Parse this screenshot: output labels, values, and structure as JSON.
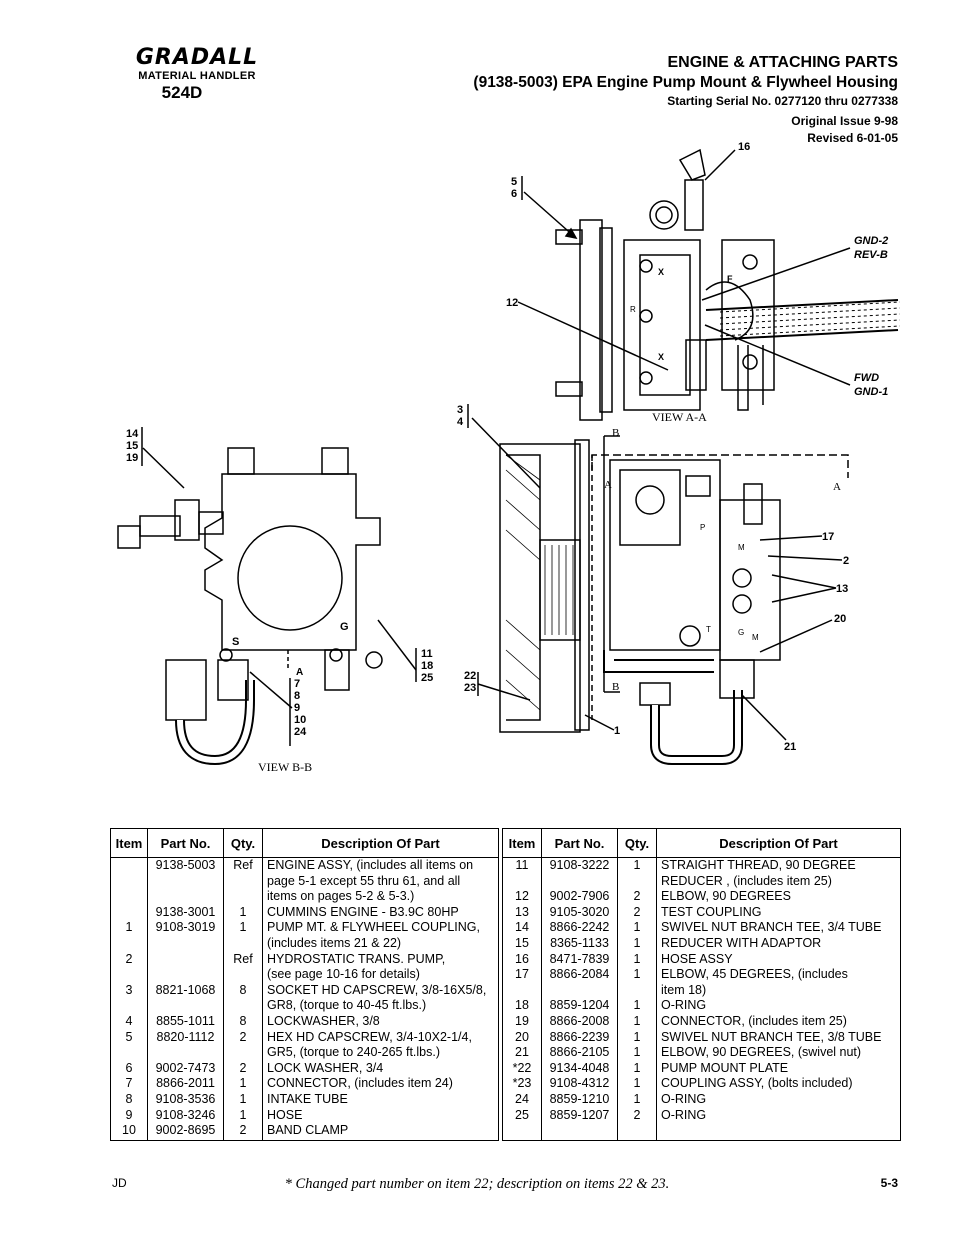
{
  "logo": {
    "brand": "GRADALL",
    "line": "MATERIAL HANDLER",
    "model": "524D"
  },
  "header": {
    "title": "ENGINE & ATTACHING PARTS",
    "subtitle": "(9138-5003) EPA Engine Pump Mount & Flywheel Housing",
    "serial": "Starting Serial No. 0277120 thru 0277338",
    "issue": "Original Issue 9-98",
    "revised": "Revised 6-01-05"
  },
  "drawing": {
    "view_aa_caption": "VIEW A-A",
    "view_bb_caption": "VIEW B-B",
    "gnd2": "GND-2",
    "revb": "REV-B",
    "fwd": "FWD",
    "gnd1": "GND-1",
    "callouts": {
      "c16": "16",
      "c5_6": "5\n6",
      "c12": "12",
      "c3_4": "3\n4",
      "c14_15_19": "14\n15\n19",
      "c17": "17",
      "c2": "2",
      "c13": "13",
      "c20": "20",
      "c11_18_25": "11\n18\n25",
      "c22_23": "22\n23",
      "c1": "1",
      "c21": "21",
      "c7_24": "7\n8\n9\n10\n24"
    }
  },
  "table": {
    "headers": {
      "item": "Item",
      "part": "Part No.",
      "qty": "Qty.",
      "desc": "Description Of Part"
    },
    "left": [
      {
        "item": "",
        "part": "9138-5003",
        "qty": "Ref",
        "desc": "ENGINE ASSY, (includes all items on"
      },
      {
        "item": "",
        "part": "",
        "qty": "",
        "desc": "page 5-1 except 55 thru 61, and all"
      },
      {
        "item": "",
        "part": "",
        "qty": "",
        "desc": "items on pages 5-2 & 5-3.)"
      },
      {
        "item": "",
        "part": "9138-3001",
        "qty": "1",
        "desc": "CUMMINS ENGINE - B3.9C 80HP"
      },
      {
        "item": "1",
        "part": "9108-3019",
        "qty": "1",
        "desc": "PUMP MT. & FLYWHEEL COUPLING,"
      },
      {
        "item": "",
        "part": "",
        "qty": "",
        "desc": "(includes items 21 & 22)"
      },
      {
        "item": "2",
        "part": "",
        "qty": "Ref",
        "desc": "HYDROSTATIC TRANS. PUMP,"
      },
      {
        "item": "",
        "part": "",
        "qty": "",
        "desc": "(see page 10-16 for details)"
      },
      {
        "item": "3",
        "part": "8821-1068",
        "qty": "8",
        "desc": "SOCKET HD CAPSCREW, 3/8-16X5/8,"
      },
      {
        "item": "",
        "part": "",
        "qty": "",
        "desc": "GR8, (torque to 40-45 ft.lbs.)"
      },
      {
        "item": "4",
        "part": "8855-1011",
        "qty": "8",
        "desc": "LOCKWASHER, 3/8"
      },
      {
        "item": "5",
        "part": "8820-1112",
        "qty": "2",
        "desc": "HEX HD CAPSCREW, 3/4-10X2-1/4,"
      },
      {
        "item": "",
        "part": "",
        "qty": "",
        "desc": "GR5, (torque to 240-265 ft.lbs.)"
      },
      {
        "item": "6",
        "part": "9002-7473",
        "qty": "2",
        "desc": "LOCK WASHER, 3/4"
      },
      {
        "item": "7",
        "part": "8866-2011",
        "qty": "1",
        "desc": "CONNECTOR, (includes item 24)"
      },
      {
        "item": "8",
        "part": "9108-3536",
        "qty": "1",
        "desc": "INTAKE TUBE"
      },
      {
        "item": "9",
        "part": "9108-3246",
        "qty": "1",
        "desc": "HOSE"
      },
      {
        "item": "10",
        "part": "9002-8695",
        "qty": "2",
        "desc": "BAND CLAMP"
      }
    ],
    "right": [
      {
        "item": "11",
        "part": "9108-3222",
        "qty": "1",
        "desc": "STRAIGHT THREAD, 90 DEGREE"
      },
      {
        "item": "",
        "part": "",
        "qty": "",
        "desc": "REDUCER , (includes item 25)"
      },
      {
        "item": "12",
        "part": "9002-7906",
        "qty": "2",
        "desc": "ELBOW, 90 DEGREES"
      },
      {
        "item": "13",
        "part": "9105-3020",
        "qty": "2",
        "desc": "TEST COUPLING"
      },
      {
        "item": "14",
        "part": "8866-2242",
        "qty": "1",
        "desc": "SWIVEL NUT BRANCH TEE, 3/4 TUBE"
      },
      {
        "item": "15",
        "part": "8365-1133",
        "qty": "1",
        "desc": "REDUCER WITH ADAPTOR"
      },
      {
        "item": "16",
        "part": "8471-7839",
        "qty": "1",
        "desc": "HOSE ASSY"
      },
      {
        "item": "17",
        "part": "8866-2084",
        "qty": "1",
        "desc": "ELBOW, 45 DEGREES, (includes"
      },
      {
        "item": "",
        "part": "",
        "qty": "",
        "desc": "item 18)"
      },
      {
        "item": "18",
        "part": "8859-1204",
        "qty": "1",
        "desc": "O-RING"
      },
      {
        "item": "19",
        "part": "8866-2008",
        "qty": "1",
        "desc": "CONNECTOR, (includes item 25)"
      },
      {
        "item": "20",
        "part": "8866-2239",
        "qty": "1",
        "desc": "SWIVEL NUT BRANCH TEE, 3/8 TUBE"
      },
      {
        "item": "21",
        "part": "8866-2105",
        "qty": "1",
        "desc": "ELBOW, 90 DEGREES, (swivel nut)"
      },
      {
        "item": "*22",
        "part": "9134-4048",
        "qty": "1",
        "desc": "PUMP MOUNT PLATE"
      },
      {
        "item": "*23",
        "part": "9108-4312",
        "qty": "1",
        "desc": "COUPLING ASSY, (bolts included)"
      },
      {
        "item": "24",
        "part": "8859-1210",
        "qty": "1",
        "desc": "O-RING"
      },
      {
        "item": "25",
        "part": "8859-1207",
        "qty": "2",
        "desc": "O-RING"
      }
    ]
  },
  "footer": {
    "left": "JD",
    "note": "* Changed part number on item 22; description on items 22 & 23.",
    "page": "5-3"
  }
}
